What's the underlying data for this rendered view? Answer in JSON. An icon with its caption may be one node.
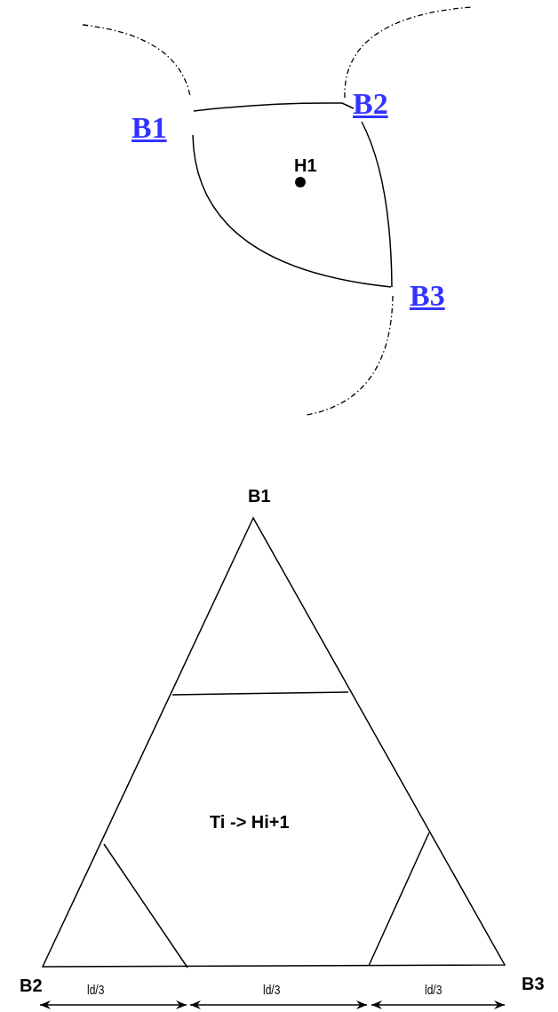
{
  "diagram": {
    "labels": [
      "B2",
      "B1",
      "H1",
      "B3",
      "B1",
      "Ti -> Hi+1",
      "B2",
      "ld/3",
      "ld/3",
      "ld/3",
      "B3"
    ]
  }
}
